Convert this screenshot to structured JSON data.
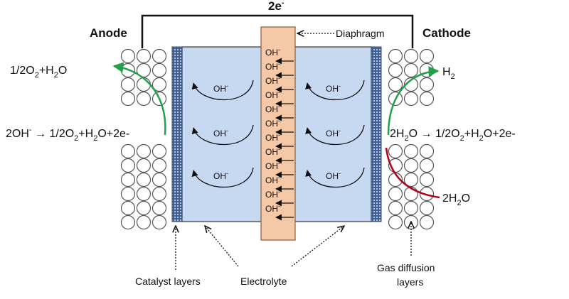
{
  "circuit": {
    "electrons_label": "2e",
    "electrons_sup": "-"
  },
  "labels": {
    "anode": "Anode",
    "cathode": "Cathode",
    "diaphragm": "Diaphragm",
    "catalyst_layers": "Catalyst layers",
    "electrolyte": "Electrolyte",
    "gas_diffusion_line1": "Gas diffusion",
    "gas_diffusion_line2": "layers"
  },
  "ion": {
    "base": "OH",
    "sup": "-"
  },
  "anode_product": {
    "part1": "1/2O",
    "sub1": "2",
    "part2": "+H",
    "sub2": "2",
    "part3": "O"
  },
  "cathode_product": {
    "base": "H",
    "sub": "2"
  },
  "cathode_feed": {
    "prefix": "2H",
    "sub": "2",
    "suffix": "O"
  },
  "anode_reaction": {
    "lhs": "2OH",
    "lhs_sup": "-",
    "arrow": "→",
    "part1": "1/2O",
    "sub1": "2",
    "part2": "+H",
    "sub2": "2",
    "part3": "O+2e-"
  },
  "cathode_reaction": {
    "lhs": "2H",
    "lhs_sub": "2",
    "lhs_suffix": "O",
    "arrow": "→",
    "part1": "1/2O",
    "sub1": "2",
    "part2": "+H",
    "sub2": "2",
    "part3": "O+2e-"
  },
  "colors": {
    "electrolyte_fill": "#c6d9f1",
    "diaphragm_fill": "#f5c9a8",
    "catalyst_fill": "#5a7fb0",
    "green_arrow": "#22a04b",
    "red_arrow": "#b3001b"
  }
}
